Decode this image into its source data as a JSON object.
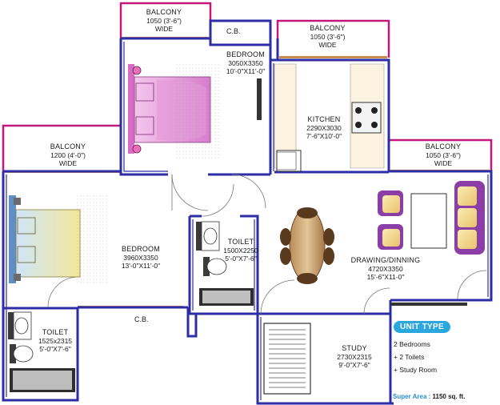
{
  "rooms": {
    "balcony_top_left": {
      "name": "BALCONY",
      "line1": "1050 (3'-6\")",
      "line2": "WIDE"
    },
    "cb_top": {
      "name": "C.B."
    },
    "balcony_top_mid": {
      "name": "BALCONY",
      "line1": "1050 (3'-6\")",
      "line2": "WIDE"
    },
    "bedroom_top": {
      "name": "BEDROOM",
      "line1": "3050X3350",
      "line2": "10'-0\"X11'-0\""
    },
    "kitchen": {
      "name": "KITCHEN",
      "line1": "2290X3030",
      "line2": "7'-6\"X10'-0\""
    },
    "balcony_left": {
      "name": "BALCONY",
      "line1": "1200 (4'-0\")",
      "line2": "WIDE"
    },
    "balcony_right": {
      "name": "BALCONY",
      "line1": "1050 (3'-6\")",
      "line2": "WIDE"
    },
    "bedroom_main": {
      "name": "BEDROOM",
      "line1": "3960X3350",
      "line2": "13'-0\"X11'-0\""
    },
    "toilet_mid": {
      "name": "TOILET",
      "line1": "1500X2250",
      "line2": "5'-0\"X7'-6\""
    },
    "drawing": {
      "name": "DRAWING/DINNING",
      "line1": "4720X3350",
      "line2": "15'-6\"X11-0\""
    },
    "cb_bottom": {
      "name": "C.B."
    },
    "toilet_bottom": {
      "name": "TOILET",
      "line1": "1525x2315",
      "line2": "5'-0\"X7'-6\""
    },
    "study": {
      "name": "STUDY",
      "line1": "2730X2315",
      "line2": "9'-0\"X7'-6\""
    }
  },
  "unit_type": {
    "title": "UNIT TYPE",
    "items": [
      "2 Bedrooms",
      "+ 2 Toilets",
      "+ Study Room"
    ],
    "super_area_label": "Super Area :",
    "super_area_value": "1150 sq. ft."
  },
  "colors": {
    "wall": "#2d2da6",
    "balcony": "#c2187a",
    "floor_strip": "#c98a50",
    "bed_top": "#e48bd0",
    "bed_main": "#f2e39a",
    "sofa": "#8b3fa6",
    "table": "#7a5230",
    "accent": "#2aa7df"
  }
}
